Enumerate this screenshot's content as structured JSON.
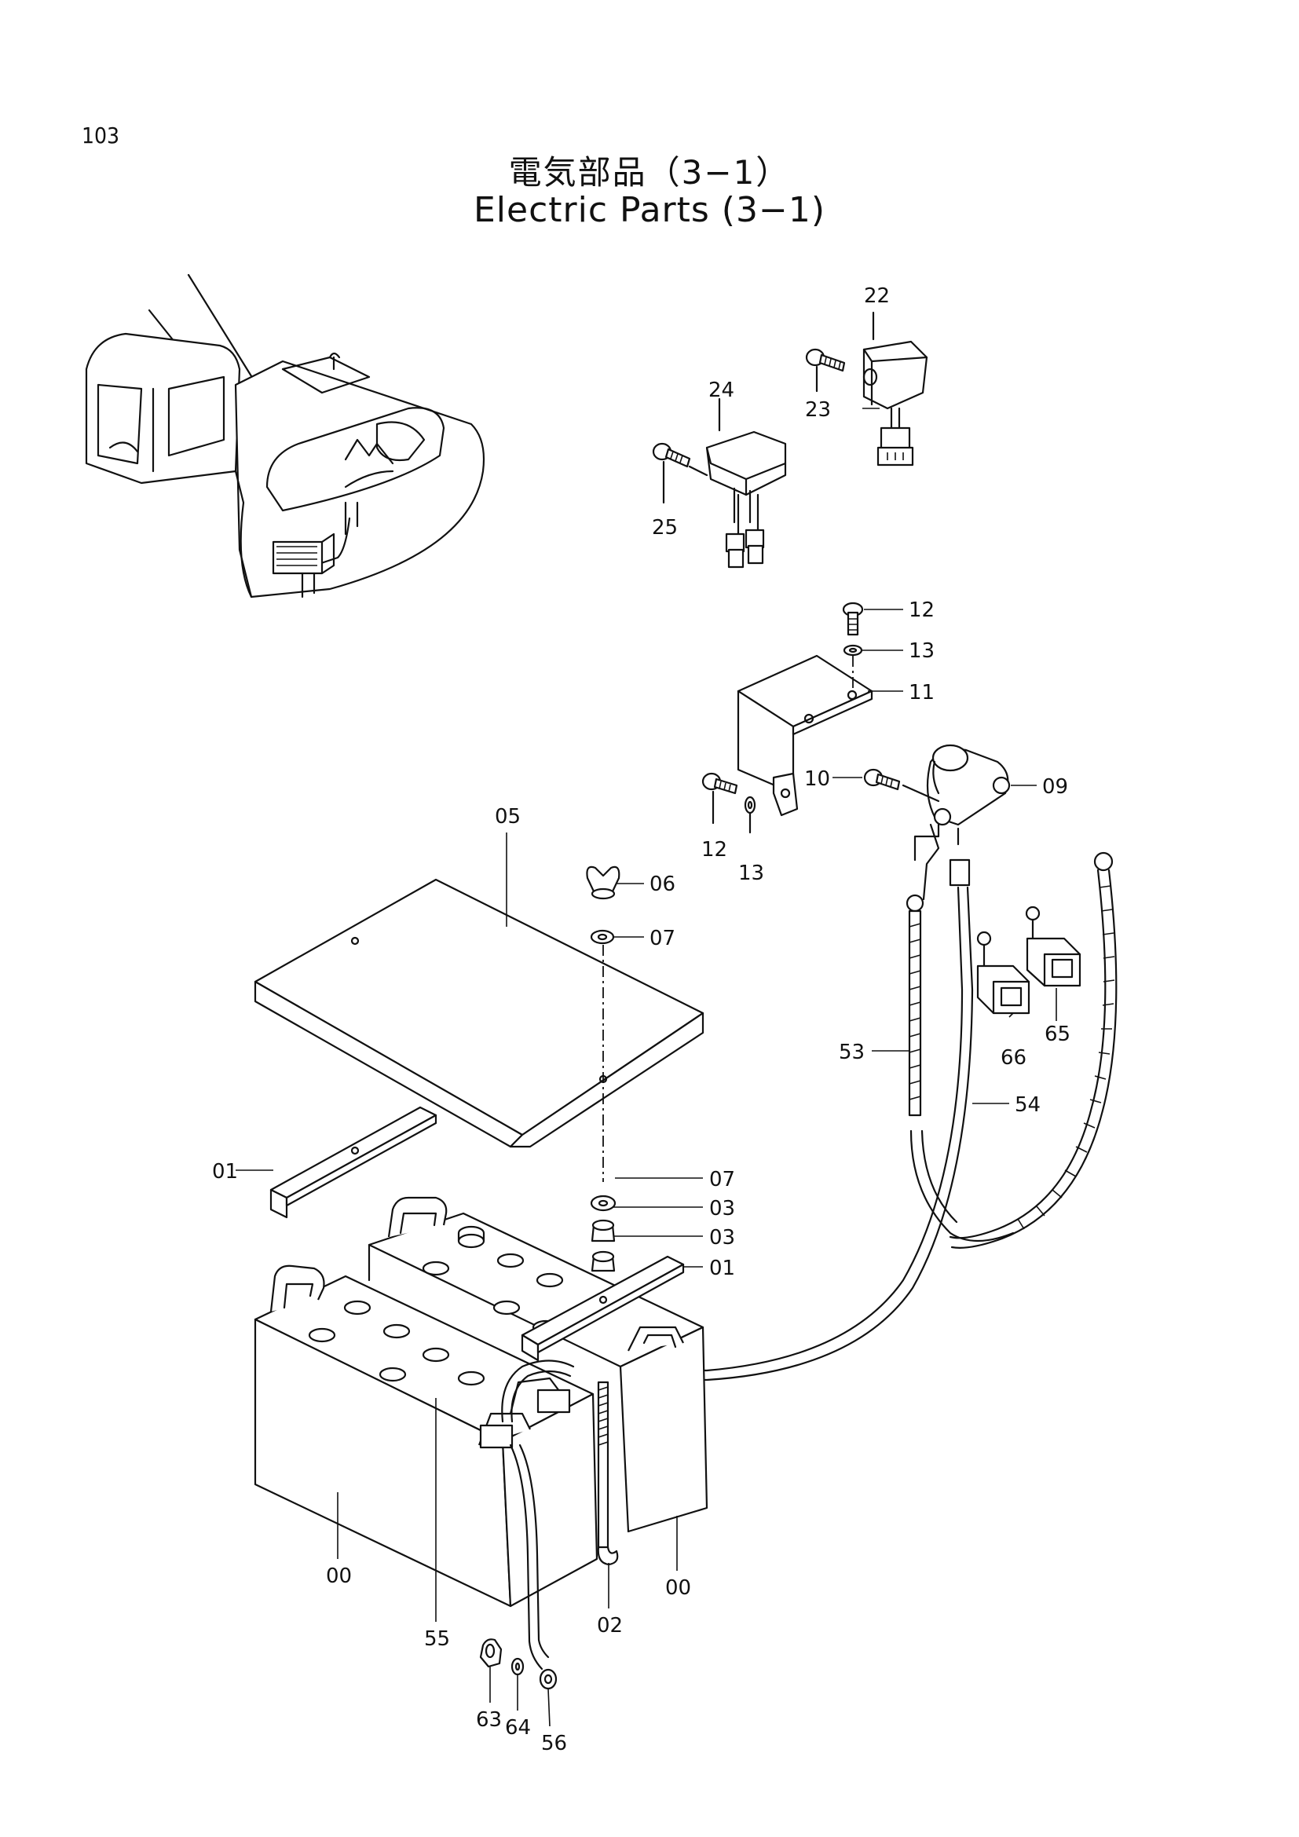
{
  "page_number": "103",
  "title_jp": "電気部品（3−1）",
  "title_en": "Electric Parts (3−1)",
  "callouts": [
    "22",
    "23",
    "24",
    "25",
    "12",
    "13",
    "11",
    "10",
    "09",
    "12",
    "13",
    "05",
    "06",
    "07",
    "53",
    "54",
    "66",
    "65",
    "01",
    "07",
    "03",
    "03",
    "01",
    "00",
    "55",
    "02",
    "00",
    "63",
    "64",
    "56"
  ]
}
